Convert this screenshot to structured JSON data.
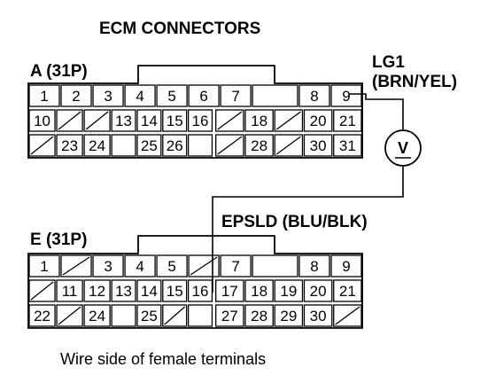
{
  "title": "ECM CONNECTORS",
  "caption": "Wire side of female terminals",
  "probes": {
    "top_label_line1": "LG1",
    "top_label_line2": "(BRN/YEL)",
    "bottom_label": "EPSLD (BLU/BLK)",
    "meter_symbol": "V"
  },
  "connectors": [
    {
      "id": "A",
      "label": "A (31P)",
      "rows": [
        [
          "1",
          "2",
          "3",
          "4",
          "5",
          "6",
          "7",
          "",
          "8",
          "9"
        ],
        [
          "10",
          "/",
          "/",
          "13",
          "14",
          "15",
          "16",
          "/",
          "18",
          "/",
          "20",
          "21"
        ],
        [
          "/",
          "23",
          "24",
          "",
          "25",
          "26",
          "",
          "/",
          "28",
          "/",
          "30",
          "31"
        ]
      ]
    },
    {
      "id": "E",
      "label": "E (31P)",
      "rows": [
        [
          "1",
          "/",
          "3",
          "4",
          "5",
          "/",
          "7",
          "",
          "8",
          "9"
        ],
        [
          "/",
          "11",
          "12",
          "13",
          "14",
          "15",
          "16",
          "17",
          "18",
          "19",
          "20",
          "21"
        ],
        [
          "22",
          "/",
          "24",
          "",
          "25",
          "/",
          "",
          "27",
          "28",
          "29",
          "30",
          "/"
        ]
      ]
    }
  ]
}
